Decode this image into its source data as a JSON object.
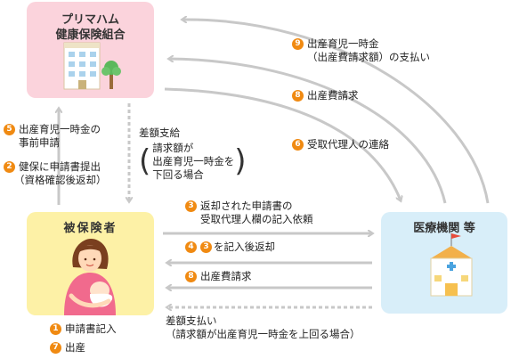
{
  "colors": {
    "badge": "#f08a12",
    "insurer_box": "#fbd3dc",
    "insured_box": "#fdf1a6",
    "hospital_box": "#d8eef9",
    "arrow": "#c8c8c8"
  },
  "nodes": {
    "insurer": {
      "line1": "プリマハム",
      "line2": "健康保険組合"
    },
    "insured": {
      "title": "被保険者"
    },
    "hospital": {
      "title": "医療機関 等"
    }
  },
  "steps": {
    "s9": {
      "num": "9",
      "line1": "出産育児一時金",
      "line2": "（出産費請求額）の支払い"
    },
    "s8_top": {
      "num": "8",
      "text": "出産費請求"
    },
    "s6": {
      "num": "6",
      "text": "受取代理人の連絡"
    },
    "s5": {
      "num": "5",
      "line1": "出産育児一時金の",
      "line2": "事前申請"
    },
    "s2": {
      "num": "2",
      "line1": "健保に申請書提出",
      "line2": "（資格確認後返却）"
    },
    "diff_top": {
      "title": "差額支給",
      "line1": "請求額が",
      "line2": "出産育児一時金を",
      "line3": "下回る場合"
    },
    "s3": {
      "num": "3",
      "line1": "返却された申請書の",
      "line2": "受取代理人欄の記入依頼"
    },
    "s4": {
      "num": "4",
      "ref": "3",
      "text": "を記入後返却"
    },
    "s8_bottom": {
      "num": "8",
      "text": "出産費請求"
    },
    "diff_bottom": {
      "line1": "差額支払い",
      "line2": "（請求額が出産育児一時金を上回る場合）"
    },
    "s1": {
      "num": "1",
      "text": "申請書記入"
    },
    "s7": {
      "num": "7",
      "text": "出産"
    }
  },
  "icons": [
    "building-icon",
    "tree-icon",
    "mother-baby-icon",
    "hospital-icon"
  ]
}
